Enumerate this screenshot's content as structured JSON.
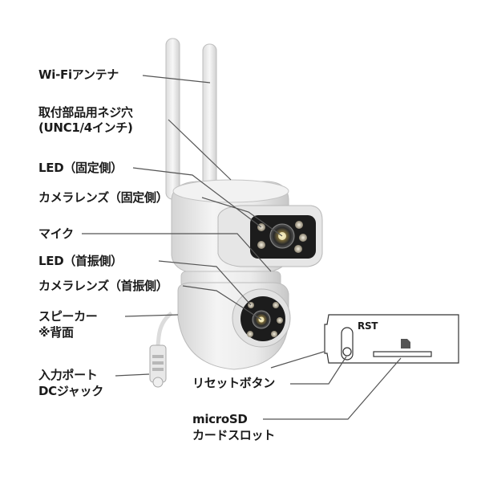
{
  "labels": {
    "wifi_antenna": "Wi-Fiアンテナ",
    "tripod_screw_line1": "取付部品用ネジ穴",
    "tripod_screw_line2": "(UNC1/4インチ)",
    "led_fixed": "LED（固定側）",
    "lens_fixed": "カメラレンズ（固定側）",
    "mic": "マイク",
    "led_pan": "LED（首振側）",
    "lens_pan": "カメラレンズ（首振側）",
    "speaker_line1": "スピーカー",
    "speaker_line2": "※背面",
    "power_line1": "入力ポート",
    "power_line2": "DCジャック",
    "reset_button": "リセットボタン",
    "sd_line1": "microSD",
    "sd_line2": "カードスロット",
    "rst": "RST"
  },
  "colors": {
    "leader_line": "#555555",
    "body": "#ececec",
    "lens_panel": "#1c1c1c",
    "led": "#e8e0c8"
  }
}
